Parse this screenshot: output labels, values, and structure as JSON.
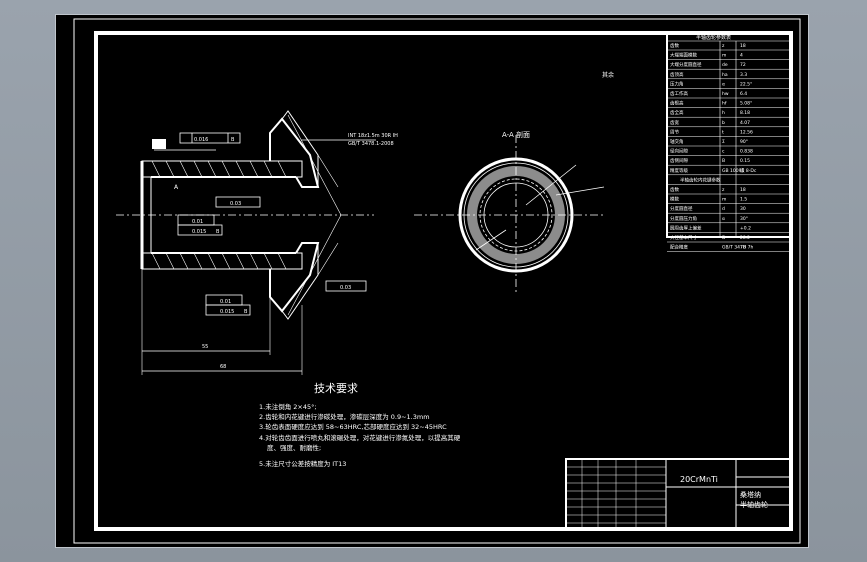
{
  "drawing": {
    "section_label": "A-A 剖面",
    "tech_title": "技术要求",
    "notes": [
      "1.未注倒角 2×45°;",
      "2.齿轮和内花键进行渗碳处理，渗碳层深度为 0.9~1.3mm",
      "3.轮齿表面硬度应达到 58~63HRC,芯部硬度应达到 32~45HRC",
      "4.对轮齿齿面进行喷丸和滚碾处理，对花键进行渗氮处理，以提高其硬",
      "度、强度、耐磨性;",
      "5.未注尺寸公差按精度为 IT13"
    ],
    "standard_note": [
      "INT 18z1.5m 30R IH",
      "GB/T 3478.1-2008"
    ],
    "material": "20CrMnTi",
    "part_name": [
      "桑塔纳",
      "半轴齿轮"
    ],
    "roughness_other": "其余",
    "dim_labels": [
      "55",
      "68"
    ],
    "tolerances": [
      "0.016",
      "0.03",
      "0.01",
      "0.015",
      "0.01",
      "0.015",
      "0.03"
    ],
    "datums": [
      "B",
      "A",
      "B",
      "B"
    ],
    "gear_params_title": "半轴齿轮参数表",
    "gear_params": [
      [
        "齿数",
        "z",
        "18"
      ],
      [
        "大端端面模数",
        "m",
        "4"
      ],
      [
        "大端分度圆直径",
        "de",
        "72"
      ],
      [
        "齿顶高",
        "ha",
        "3.3"
      ],
      [
        "压力角",
        "α",
        "22.5°"
      ],
      [
        "齿工作高",
        "hw",
        "6.4"
      ],
      [
        "齿根高",
        "hf",
        "5.08°"
      ],
      [
        "齿全高",
        "h",
        "8.18"
      ],
      [
        "齿宽",
        "b",
        "4.07"
      ],
      [
        "周节",
        "t",
        "12.56"
      ],
      [
        "轴交角",
        "Σ",
        "90°"
      ],
      [
        "径向间隙",
        "c",
        "0.838"
      ],
      [
        "齿侧间隙",
        "B",
        "0.15"
      ],
      [
        "精度等级",
        "GB 10095",
        "级 8-Dc"
      ]
    ],
    "spline_params_title": "半轴齿轮内花键参数",
    "spline_params": [
      [
        "齿数",
        "z",
        "18"
      ],
      [
        "模数",
        "m",
        "1.5"
      ],
      [
        "分度圆直径",
        "d",
        "30"
      ],
      [
        "分度圆压力角",
        "α",
        "30°"
      ],
      [
        "圆周齿厚上偏差",
        "",
        "+0.2"
      ],
      [
        "大径基本尺寸",
        "D",
        "28.2"
      ],
      [
        "配合精度",
        "GB/T 3478",
        "7H 7h"
      ]
    ],
    "colors": {
      "background": "#000000",
      "line": "#ffffff",
      "window": "#9aa3ad"
    }
  }
}
